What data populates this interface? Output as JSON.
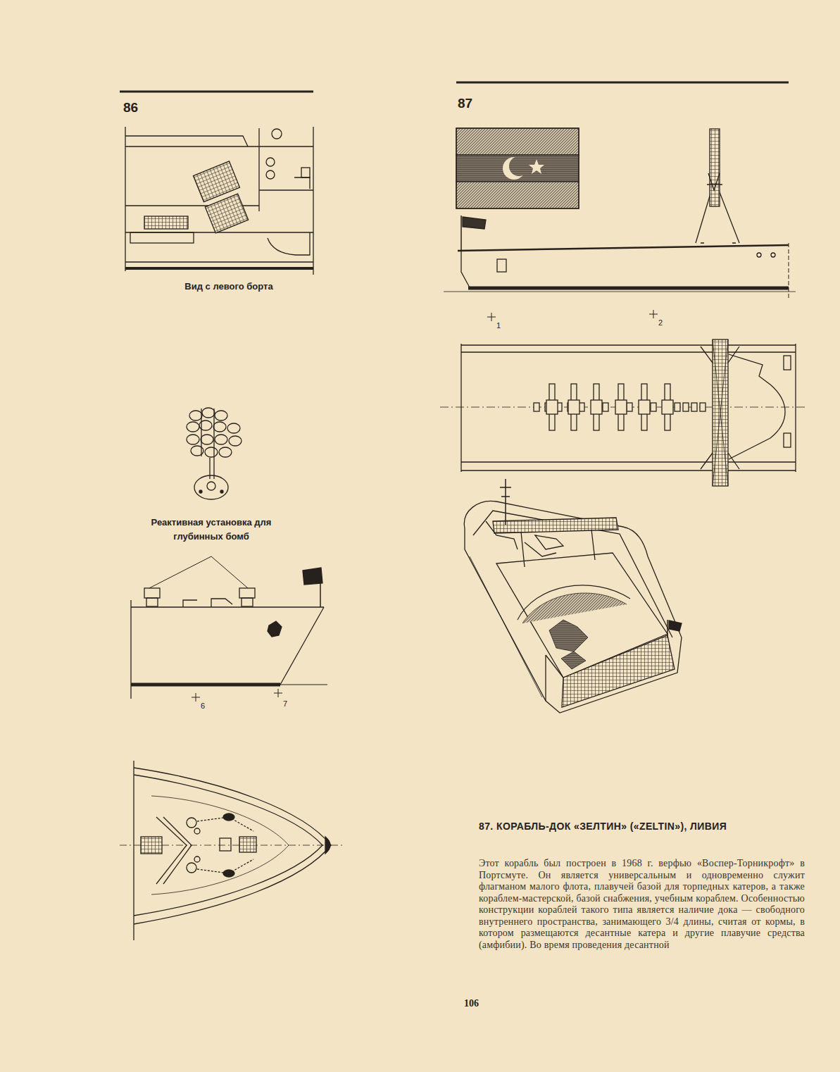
{
  "diagram": {
    "title": "87. КОРАБЛЬ-ДОК «ЗЕЛТИН» («ZELTIN»), ЛИВИЯ",
    "labels": [
      "86",
      "87",
      "Вид с левого борта",
      "Реактивная установка для глубинных бомб",
      "6",
      "7",
      "1",
      "2",
      "Этот корабль был построен в 1968 г. верфью «Воспер-Торникрофт» в Портсмуте. Он является универсальным и одновременно служит флагманом малого флота, плавучей базой для торпедных катеров, а также кораблем-мастерской, базой снабжения, учебным кораблем. Особенностью конструкции кораблей такого типа является наличие дока — свободного внутреннего пространства, занимающего 3/4 длины, считая от кормы, в котором размещаются десантные катера и другие плавучие средства (амфибии). Во время проведения десантной",
      "106"
    ]
  }
}
